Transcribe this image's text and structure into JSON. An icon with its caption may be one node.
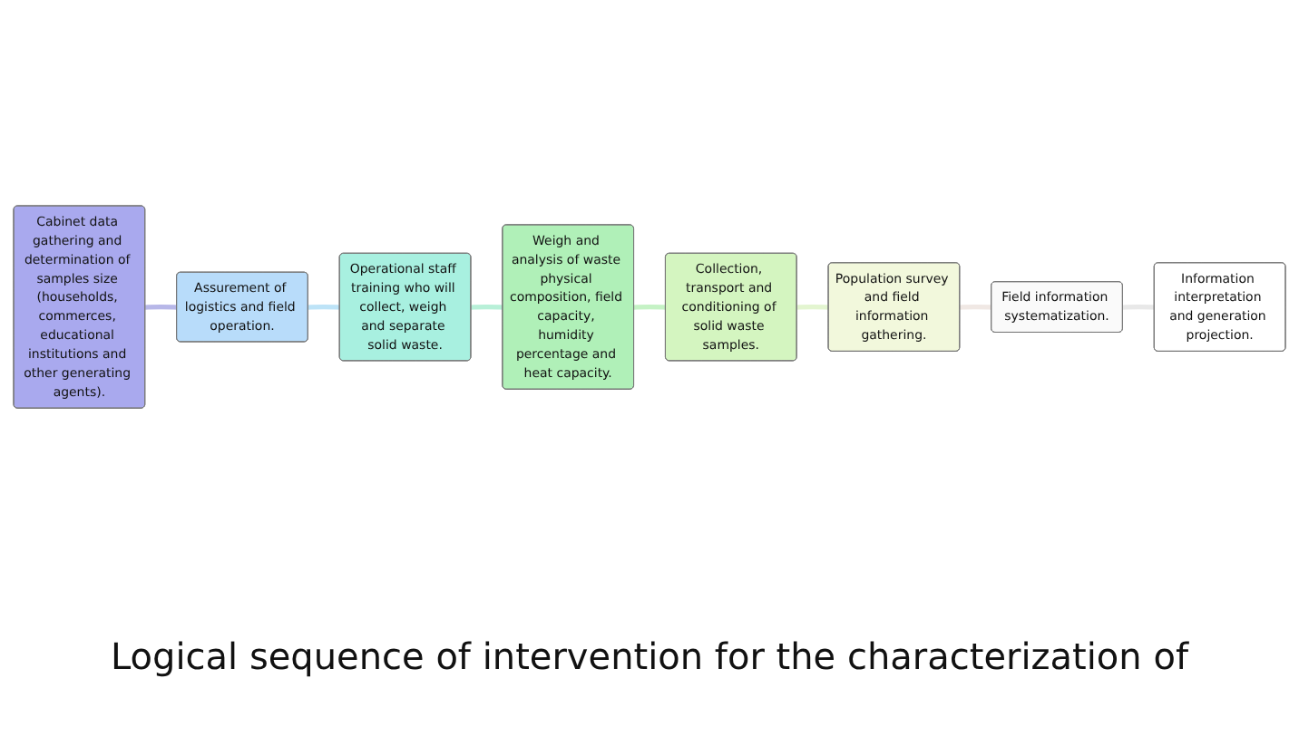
{
  "diagram": {
    "caption": "Logical sequence of intervention for the characterization of",
    "nodes": [
      {
        "text": [
          "Cabinet data gathering and determination of samples size (households, commerces, educational institutions and other generating agents)."
        ]
      },
      {
        "text": [
          "Assurement of logistics and field operation."
        ]
      },
      {
        "text": [
          "Operational staff training who will collect, weigh and separate solid waste."
        ]
      },
      {
        "text": [
          "Weigh and analysis of waste physical composition, field capacity, humidity percentage and heat capacity."
        ]
      },
      {
        "text": [
          "Collection, transport and conditioning of solid waste samples."
        ]
      },
      {
        "text": [
          "Population survey and field information gathering."
        ]
      },
      {
        "text": [
          "Field information systematization."
        ]
      },
      {
        "text": [
          "Information interpretation and generation projection."
        ]
      }
    ],
    "edges": [
      {
        "from": 0,
        "to": 1,
        "arrow": "none",
        "color": "#b7b7e8"
      },
      {
        "from": 1,
        "to": 2,
        "arrow": "none",
        "color": "#bde3f7"
      },
      {
        "from": 2,
        "to": 3,
        "arrow": "none",
        "color": "#b8f0d8"
      },
      {
        "from": 3,
        "to": 4,
        "arrow": "none",
        "color": "#c5f2c5"
      },
      {
        "from": 4,
        "to": 5,
        "arrow": "none",
        "color": "#e3f5d0"
      },
      {
        "from": 5,
        "to": 6,
        "arrow": "none",
        "color": "#f0e8e4"
      },
      {
        "from": 6,
        "to": 7,
        "arrow": "none",
        "color": "#e8e8e8"
      }
    ]
  }
}
